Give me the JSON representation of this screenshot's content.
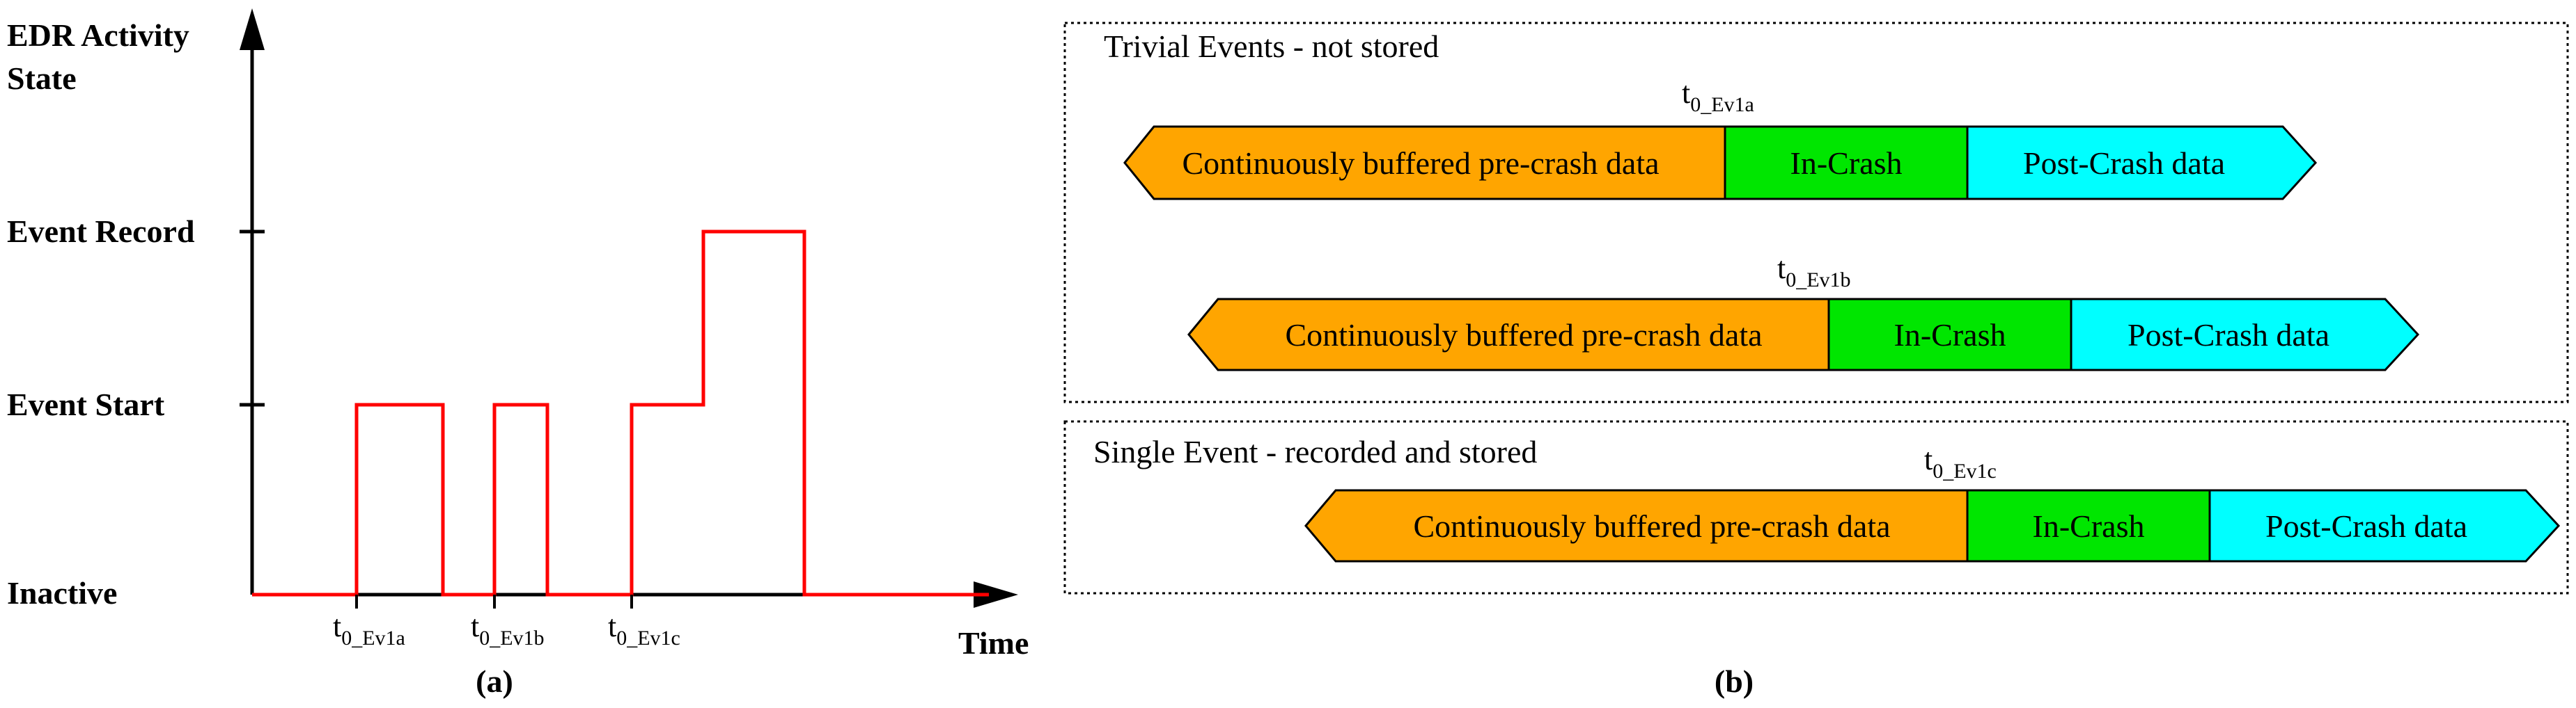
{
  "panel_a": {
    "caption": "(a)",
    "y_axis_label_line1": "EDR Activity",
    "y_axis_label_line2": "State",
    "x_axis_label": "Time",
    "states": [
      "Inactive",
      "Event Start",
      "Event Record"
    ],
    "time_markers": [
      {
        "t": "t",
        "sub": "0_Ev1a"
      },
      {
        "t": "t",
        "sub": "0_Ev1b"
      },
      {
        "t": "t",
        "sub": "0_Ev1c"
      }
    ],
    "signal_color": "#ff0000"
  },
  "panel_b": {
    "caption": "(b)",
    "trivial_box_title": "Trivial Events - not stored",
    "single_box_title": "Single Event - recorded and stored",
    "bars": [
      {
        "marker": {
          "t": "t",
          "sub": "0_Ev1a"
        },
        "pre": "Continuously buffered pre-crash data",
        "in": "In-Crash",
        "post": "Post-Crash data"
      },
      {
        "marker": {
          "t": "t",
          "sub": "0_Ev1b"
        },
        "pre": "Continuously buffered pre-crash data",
        "in": "In-Crash",
        "post": "Post-Crash data"
      },
      {
        "marker": {
          "t": "t",
          "sub": "0_Ev1c"
        },
        "pre": "Continuously buffered pre-crash data",
        "in": "In-Crash",
        "post": "Post-Crash data"
      }
    ],
    "colors": {
      "pre": "#ffa500",
      "in": "#00e600",
      "post": "#00ffff"
    }
  }
}
